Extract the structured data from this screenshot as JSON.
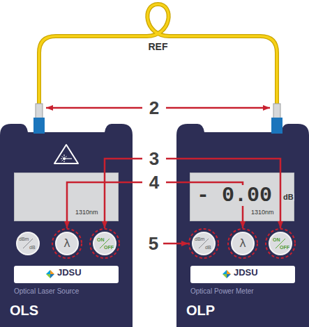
{
  "diagram": {
    "nodes": [
      {
        "text": [
          "JDSU",
          "Optical Laser Source",
          "OLS"
        ]
      },
      {
        "text": [
          "1310nm"
        ],
        "in": 0
      },
      {
        "text": [
          "dBm",
          "dB"
        ],
        "in": 0
      },
      {
        "text": [
          "λ"
        ],
        "in": 0
      },
      {
        "text": [
          "ON",
          "OFF"
        ],
        "in": 0
      },
      {
        "text": [
          "JDSU",
          "Optical Power Meter",
          "OLP"
        ]
      },
      {
        "text": [
          "- 0.00",
          "dB",
          "1310nm"
        ],
        "in": 5
      },
      {
        "text": [
          "dBm",
          "dB"
        ],
        "in": 5
      },
      {
        "text": [
          "λ"
        ],
        "in": 5
      },
      {
        "text": [
          "ON",
          "OFF"
        ],
        "in": 5
      }
    ],
    "edges": [
      {
        "from": 0,
        "to": 5,
        "arrow": "none",
        "label": "REF"
      }
    ],
    "labels": [
      "2",
      "3",
      "4",
      "5"
    ]
  }
}
